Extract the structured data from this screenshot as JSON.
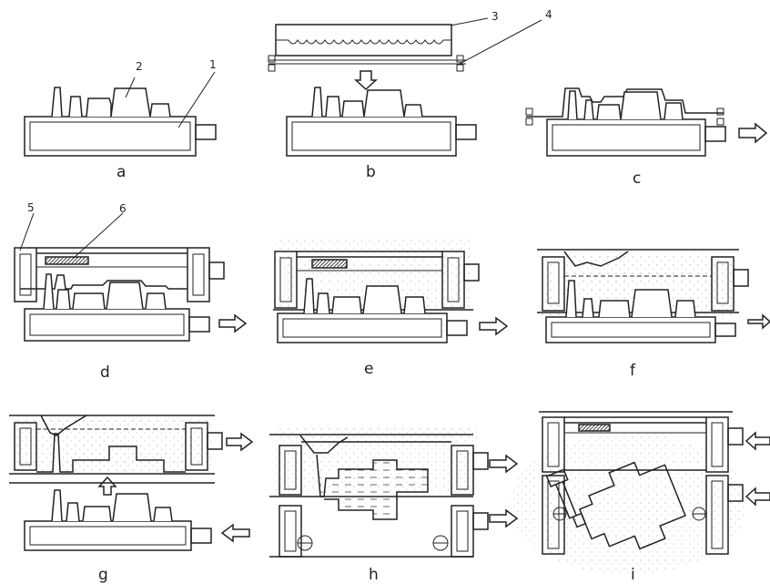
{
  "panels": [
    {
      "id": "a",
      "label": "a"
    },
    {
      "id": "b",
      "label": "b"
    },
    {
      "id": "c",
      "label": "c"
    },
    {
      "id": "d",
      "label": "d"
    },
    {
      "id": "e",
      "label": "e"
    },
    {
      "id": "f",
      "label": "f"
    },
    {
      "id": "g",
      "label": "g"
    },
    {
      "id": "h",
      "label": "h"
    },
    {
      "id": "i",
      "label": "i"
    }
  ],
  "callouts": [
    {
      "id": "1",
      "text": "1"
    },
    {
      "id": "2",
      "text": "2"
    },
    {
      "id": "3",
      "text": "3"
    },
    {
      "id": "4",
      "text": "4"
    },
    {
      "id": "5",
      "text": "5"
    },
    {
      "id": "6",
      "text": "6"
    }
  ]
}
